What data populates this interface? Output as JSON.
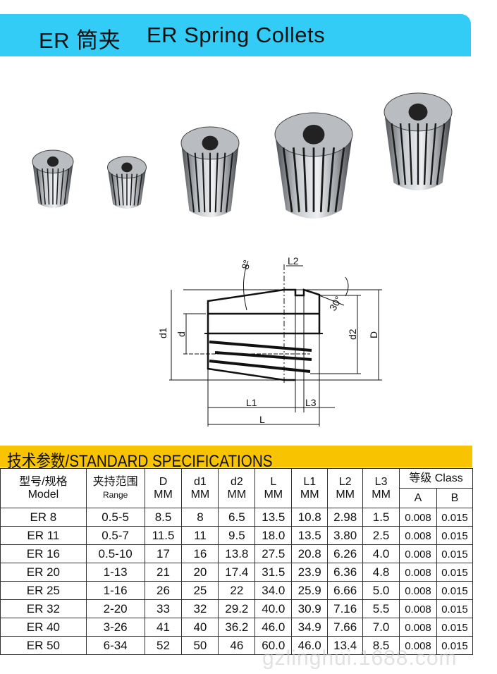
{
  "header": {
    "title_cn": "ER 筒夹",
    "title_en": "ER Spring Collets",
    "color": "#33ccf6"
  },
  "diagram": {
    "labels": {
      "angle": "8°",
      "L2": "L2",
      "chamfer": "30°",
      "d1": "d1",
      "d": "d",
      "d2": "d2",
      "D": "D",
      "L1": "L1",
      "L3": "L3",
      "L": "L"
    }
  },
  "specs": {
    "title": "技术参数/STANDARD SPECIFICATIONS",
    "color": "#f8c300",
    "headers": {
      "model_cn": "型号/规格",
      "model_en": "Model",
      "range_cn": "夹持范围",
      "range_en": "Range",
      "cols": [
        {
          "name": "D",
          "unit": "MM"
        },
        {
          "name": "d1",
          "unit": "MM"
        },
        {
          "name": "d2",
          "unit": "MM"
        },
        {
          "name": "L",
          "unit": "MM"
        },
        {
          "name": "L1",
          "unit": "MM"
        },
        {
          "name": "L2",
          "unit": "MM"
        },
        {
          "name": "L3",
          "unit": "MM"
        }
      ],
      "class_label": "等级 Class",
      "class_a": "A",
      "class_b": "B"
    },
    "rows": [
      [
        "ER 8",
        "0.5-5",
        "8.5",
        "8",
        "6.5",
        "13.5",
        "10.8",
        "2.98",
        "1.5",
        "0.008",
        "0.015"
      ],
      [
        "ER 11",
        "0.5-7",
        "11.5",
        "11",
        "9.5",
        "18.0",
        "13.5",
        "3.80",
        "2.5",
        "0.008",
        "0.015"
      ],
      [
        "ER 16",
        "0.5-10",
        "17",
        "16",
        "13.8",
        "27.5",
        "20.8",
        "6.26",
        "4.0",
        "0.008",
        "0.015"
      ],
      [
        "ER 20",
        "1-13",
        "21",
        "20",
        "17.4",
        "31.5",
        "23.9",
        "6.36",
        "4.8",
        "0.008",
        "0.015"
      ],
      [
        "ER 25",
        "1-16",
        "26",
        "25",
        "22",
        "34.0",
        "25.9",
        "6.66",
        "5.0",
        "0.008",
        "0.015"
      ],
      [
        "ER 32",
        "2-20",
        "33",
        "32",
        "29.2",
        "40.0",
        "30.9",
        "7.16",
        "5.5",
        "0.008",
        "0.015"
      ],
      [
        "ER 40",
        "3-26",
        "41",
        "40",
        "36.2",
        "46.0",
        "34.9",
        "7.66",
        "7.0",
        "0.008",
        "0.015"
      ],
      [
        "ER 50",
        "6-34",
        "52",
        "50",
        "46",
        "60.0",
        "46.0",
        "13.4",
        "8.5",
        "0.008",
        "0.015"
      ]
    ]
  },
  "watermark": "gzlinghui.1688.com"
}
